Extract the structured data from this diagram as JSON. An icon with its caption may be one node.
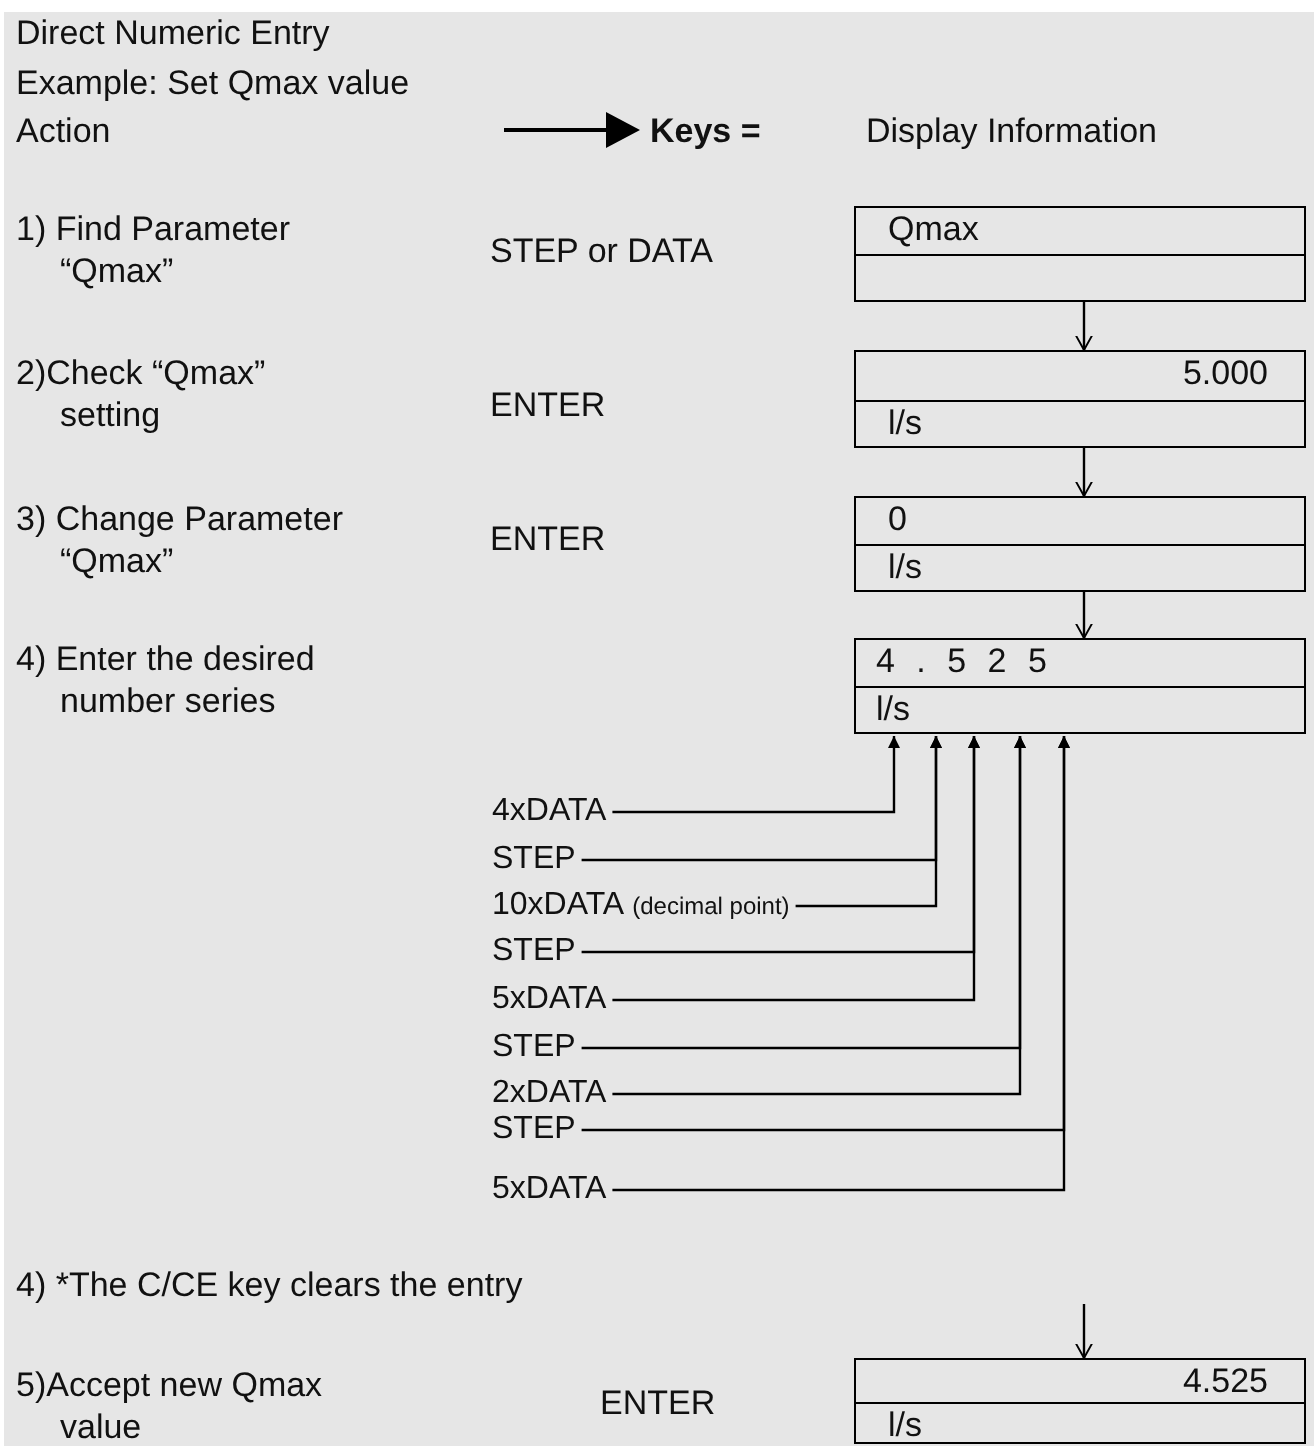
{
  "diagram": {
    "title": "Direct Numeric Entry",
    "nodes": [
      {
        "text": [
          "Qmax"
        ]
      },
      {
        "text": [
          "5.000",
          "l/s"
        ]
      },
      {
        "text": [
          "0",
          "l/s"
        ]
      },
      {
        "text": [
          "4 . 5 2 5",
          "l/s"
        ]
      },
      {
        "text": [
          "4xDATA"
        ]
      },
      {
        "text": [
          "STEP"
        ]
      },
      {
        "text": [
          "10xDATA"
        ],
        "beside": [
          "(decimal point)"
        ]
      },
      {
        "text": [
          "STEP"
        ]
      },
      {
        "text": [
          "5xDATA"
        ]
      },
      {
        "text": [
          "STEP"
        ]
      },
      {
        "text": [
          "2xDATA"
        ]
      },
      {
        "text": [
          "STEP"
        ]
      },
      {
        "text": [
          "5xDATA"
        ]
      },
      {
        "text": [
          "4.525",
          "l/s"
        ]
      }
    ],
    "edges": [
      {
        "from": 0,
        "to": 1,
        "arrow": "to"
      },
      {
        "from": 1,
        "to": 2,
        "arrow": "to"
      },
      {
        "from": 2,
        "to": 3,
        "arrow": "to"
      },
      {
        "from": 4,
        "to": 3,
        "arrow": "to"
      },
      {
        "from": 5,
        "to": 3,
        "arrow": "to"
      },
      {
        "from": 6,
        "to": 3,
        "arrow": "to"
      },
      {
        "from": 7,
        "to": 3,
        "arrow": "to"
      },
      {
        "from": 8,
        "to": 3,
        "arrow": "to"
      },
      {
        "from": 9,
        "to": 3,
        "arrow": "to"
      },
      {
        "from": 10,
        "to": 3,
        "arrow": "to"
      },
      {
        "from": 11,
        "to": 3,
        "arrow": "to"
      },
      {
        "from": 12,
        "to": 3,
        "arrow": "to"
      },
      {
        "from": null,
        "to": 13,
        "arrow": "to"
      }
    ],
    "labels": [
      "Example: Set Qmax value",
      "Action",
      "Keys =",
      "Display Information",
      "1) Find Parameter “Qmax”",
      "STEP or DATA",
      "2)Check “Qmax” setting",
      "ENTER",
      "3) Change Parameter “Qmax”",
      "ENTER",
      "4) Enter the desired number series",
      "4) *The C/CE key clears the entry",
      "5)Accept new Qmax value",
      "ENTER"
    ]
  }
}
